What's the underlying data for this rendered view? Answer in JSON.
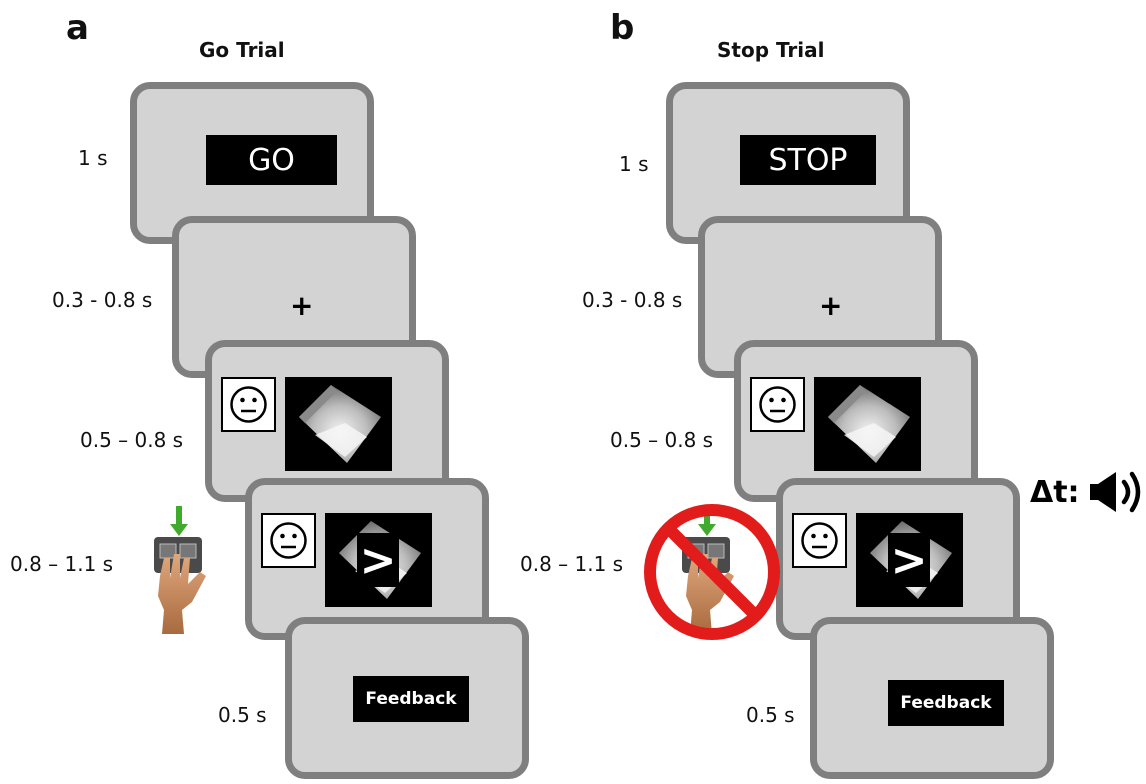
{
  "panels": [
    {
      "letter": "a",
      "title": "Go Trial",
      "cue": "GO",
      "fixation": "+",
      "feedback": "Feedback",
      "response_arrow": ">",
      "timings": [
        "1 s",
        "0.3 - 0.8 s",
        "0.5 – 0.8 s",
        "0.8 – 1.1 s",
        "0.5 s"
      ]
    },
    {
      "letter": "b",
      "title": "Stop Trial",
      "cue": "STOP",
      "fixation": "+",
      "feedback": "Feedback",
      "response_arrow": ">",
      "timings": [
        "1 s",
        "0.3 - 0.8 s",
        "0.5 – 0.8 s",
        "0.8 – 1.1 s",
        "0.5 s"
      ]
    }
  ],
  "stop_signal": {
    "label": "Δt:",
    "icon": "speaker-icon"
  },
  "icons": {
    "face": "neutral-face-icon",
    "drug": "drug-bag-image",
    "hand": "hand-pressing-button-icon",
    "prohibit": "prohibition-sign-icon"
  },
  "colors": {
    "screen_fill": "#d3d3d3",
    "screen_border": "#7f7f7f",
    "prohibit_red": "#e21b1b",
    "arrow_green": "#3faa2c"
  }
}
